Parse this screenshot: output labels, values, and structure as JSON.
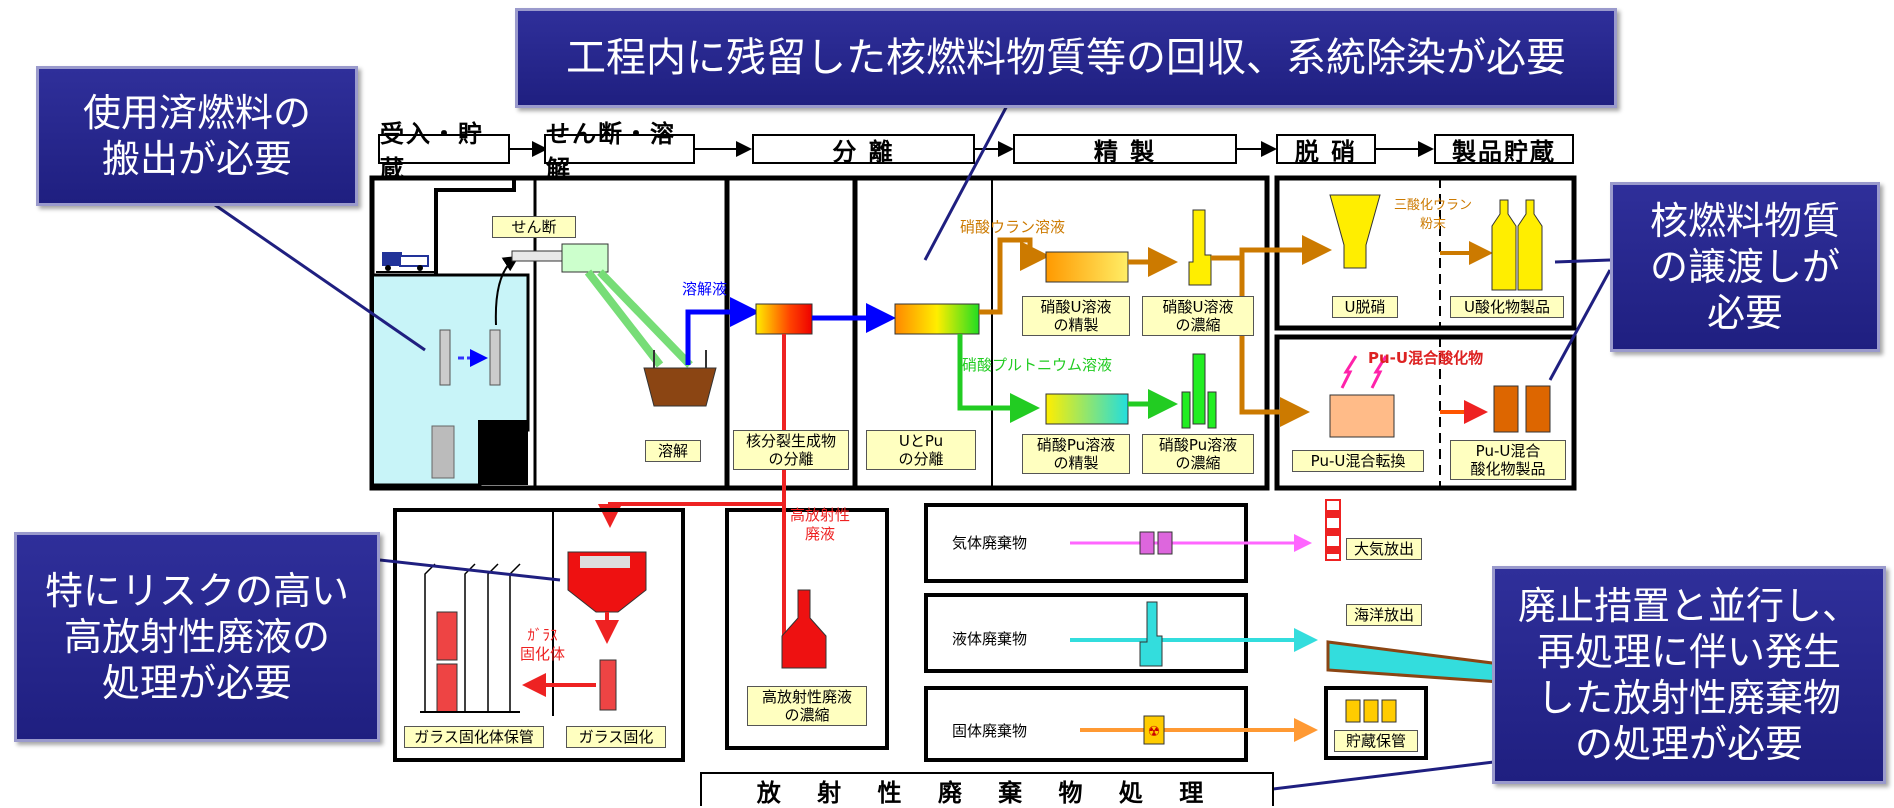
{
  "callouts": {
    "spent_fuel": "使用済燃料の\n搬出が必要",
    "residual": "工程内に残留した核燃料物質等の回収、系統除染が必要",
    "transfer": "核燃料物質\nの譲渡しが\n必要",
    "hlw": "特にリスクの高い\n高放射性廃液の\n処理が必要",
    "radwaste": "廃止措置と並行し、\n再処理に伴い発生\nした放射性廃棄物\nの処理が必要"
  },
  "stages": [
    "受入・貯蔵",
    "せん断・溶解",
    "分 離",
    "精 製",
    "脱 硝",
    "製品貯蔵"
  ],
  "labels": {
    "shear": "せん断",
    "dissolver_solution": "溶解液",
    "dissolution": "溶解",
    "fp_separation": "核分裂生成物\nの分離",
    "u_pu_separation": "UとPu\nの分離",
    "uranyl_nitrate_solution": "硝酸ウラン溶液",
    "pu_nitrate_solution": "硝酸プルトニウム溶液",
    "u_purification": "硝酸U溶液\nの精製",
    "u_concentration": "硝酸U溶液\nの濃縮",
    "pu_purification": "硝酸Pu溶液\nの精製",
    "pu_concentration": "硝酸Pu溶液\nの濃縮",
    "uo3_powder": "三酸化ウラン\n粉末",
    "u_denitration": "U脱硝",
    "u_oxide_product": "U酸化物製品",
    "mox_label": "Pu-U混合酸化物",
    "mox_conversion": "Pu-U混合転換",
    "mox_product": "Pu-U混合\n酸化物製品",
    "hlw_liquid": "高放射性\n廃液",
    "hlw_concentration": "高放射性廃液\nの濃縮",
    "glass_body": "ｶﾞﾗｽ\n固化体",
    "vitrification": "ガラス固化",
    "glass_storage": "ガラス固化体保管",
    "gas_waste": "気体廃棄物",
    "liquid_waste": "液体廃棄物",
    "solid_waste": "固体廃棄物",
    "atmos_release": "大気放出",
    "ocean_release": "海洋放出",
    "storage": "貯蔵保管",
    "radwaste_title": "放 射 性 廃 棄 物 処 理"
  },
  "colors": {
    "callout_bg": "#2a2a90",
    "pool": "#c8f4f8",
    "uranium_line": "#cc7a00",
    "plutonium_line": "#22cc22",
    "hlw_line": "#ee2222",
    "gas_line": "#ff66ff",
    "liquid_line": "#33dddd",
    "solid_line": "#ff9933",
    "dissolver_line": "#0000ff",
    "product_yellow": "#ffee00"
  }
}
